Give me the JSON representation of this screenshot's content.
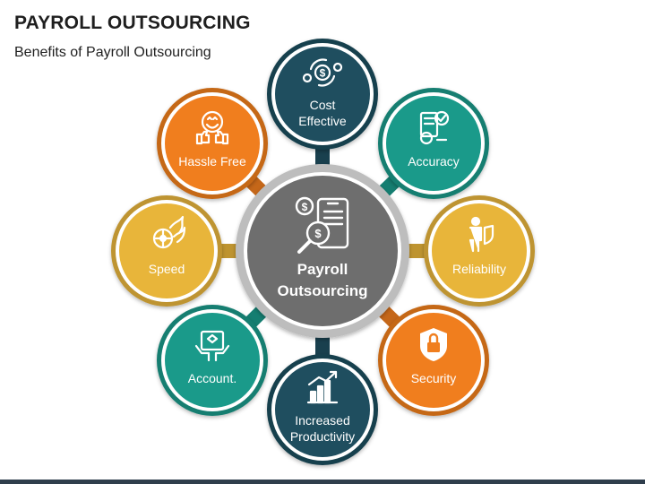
{
  "header": {
    "title": "PAYROLL OUTSOURCING",
    "subtitle": "Benefits of Payroll Outsourcing"
  },
  "center": {
    "label_line1": "Payroll",
    "label_line2": "Outsourcing",
    "icon": "mobile-payment-search-icon",
    "color": "#6e6e6e"
  },
  "nodes": [
    {
      "key": "cost-effective",
      "label_lines": [
        "Cost",
        "Effective"
      ],
      "icon": "dollar-gears-icon",
      "color": "#1f4e5f"
    },
    {
      "key": "accuracy",
      "label_lines": [
        "Accuracy"
      ],
      "icon": "checklist-gear-icon",
      "color": "#1a9a8a"
    },
    {
      "key": "reliability",
      "label_lines": [
        "Reliability"
      ],
      "icon": "person-shield-icon",
      "color": "#e8b53a"
    },
    {
      "key": "security",
      "label_lines": [
        "Security"
      ],
      "icon": "padlock-shield-icon",
      "color": "#f07e1e"
    },
    {
      "key": "increased-productivity",
      "label_lines": [
        "Increased",
        "Productivity"
      ],
      "icon": "growth-chart-icon",
      "color": "#1f4e5f"
    },
    {
      "key": "account",
      "label_lines": [
        "Account."
      ],
      "icon": "hands-tablet-icon",
      "color": "#1a9a8a"
    },
    {
      "key": "speed",
      "label_lines": [
        "Speed"
      ],
      "icon": "fire-wheel-icon",
      "color": "#e8b53a"
    },
    {
      "key": "hassle-free",
      "label_lines": [
        "Hassle Free"
      ],
      "icon": "happy-thumbs-up-icon",
      "color": "#f07e1e"
    }
  ]
}
